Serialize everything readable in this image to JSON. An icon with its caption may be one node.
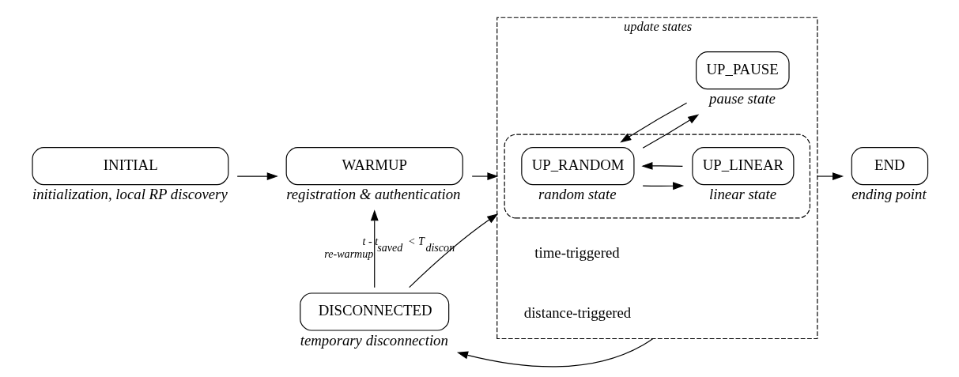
{
  "diagram": {
    "nodes": [
      {
        "text": [
          "INITIAL"
        ],
        "beside": [
          "initialization, local RP discovery"
        ]
      },
      {
        "text": [
          "WARMUP"
        ],
        "beside": [
          "registration & authentication"
        ]
      },
      {
        "text": [
          "update states"
        ]
      },
      {
        "text": [],
        "shape": "ellipse",
        "in": 2
      },
      {
        "text": [
          "UP_PAUSE"
        ],
        "in": 2,
        "beside": [
          "pause state"
        ]
      },
      {
        "text": [
          "UP_RANDOM"
        ],
        "in": 3,
        "beside": [
          "random state"
        ]
      },
      {
        "text": [
          "UP_LINEAR"
        ],
        "in": 3,
        "beside": [
          "linear state"
        ]
      },
      {
        "text": [
          "END"
        ],
        "beside": [
          "ending point"
        ]
      },
      {
        "text": [
          "DISCONNECTED"
        ],
        "beside": [
          "temporary disconnection"
        ]
      }
    ],
    "edges": [
      {
        "from": 0,
        "to": 1,
        "arrow": "to"
      },
      {
        "from": 1,
        "to": 2,
        "arrow": "to"
      },
      {
        "from": 5,
        "to": 4,
        "arrow": "to"
      },
      {
        "from": 4,
        "to": 5,
        "arrow": "to"
      },
      {
        "from": 5,
        "to": 6,
        "arrow": "to"
      },
      {
        "from": 6,
        "to": 5,
        "arrow": "to"
      },
      {
        "from": 2,
        "to": 7,
        "arrow": "to"
      },
      {
        "from": 2,
        "to": 8,
        "arrow": "to"
      },
      {
        "from": 8,
        "to": 1,
        "arrow": "to",
        "label": "re-warmup"
      },
      {
        "from": 8,
        "to": 2,
        "arrow": "to",
        "label": "t - t$_{saved}$ < T$_{discon}$"
      }
    ],
    "labels": [
      "time-triggered",
      "distance-triggered"
    ]
  }
}
